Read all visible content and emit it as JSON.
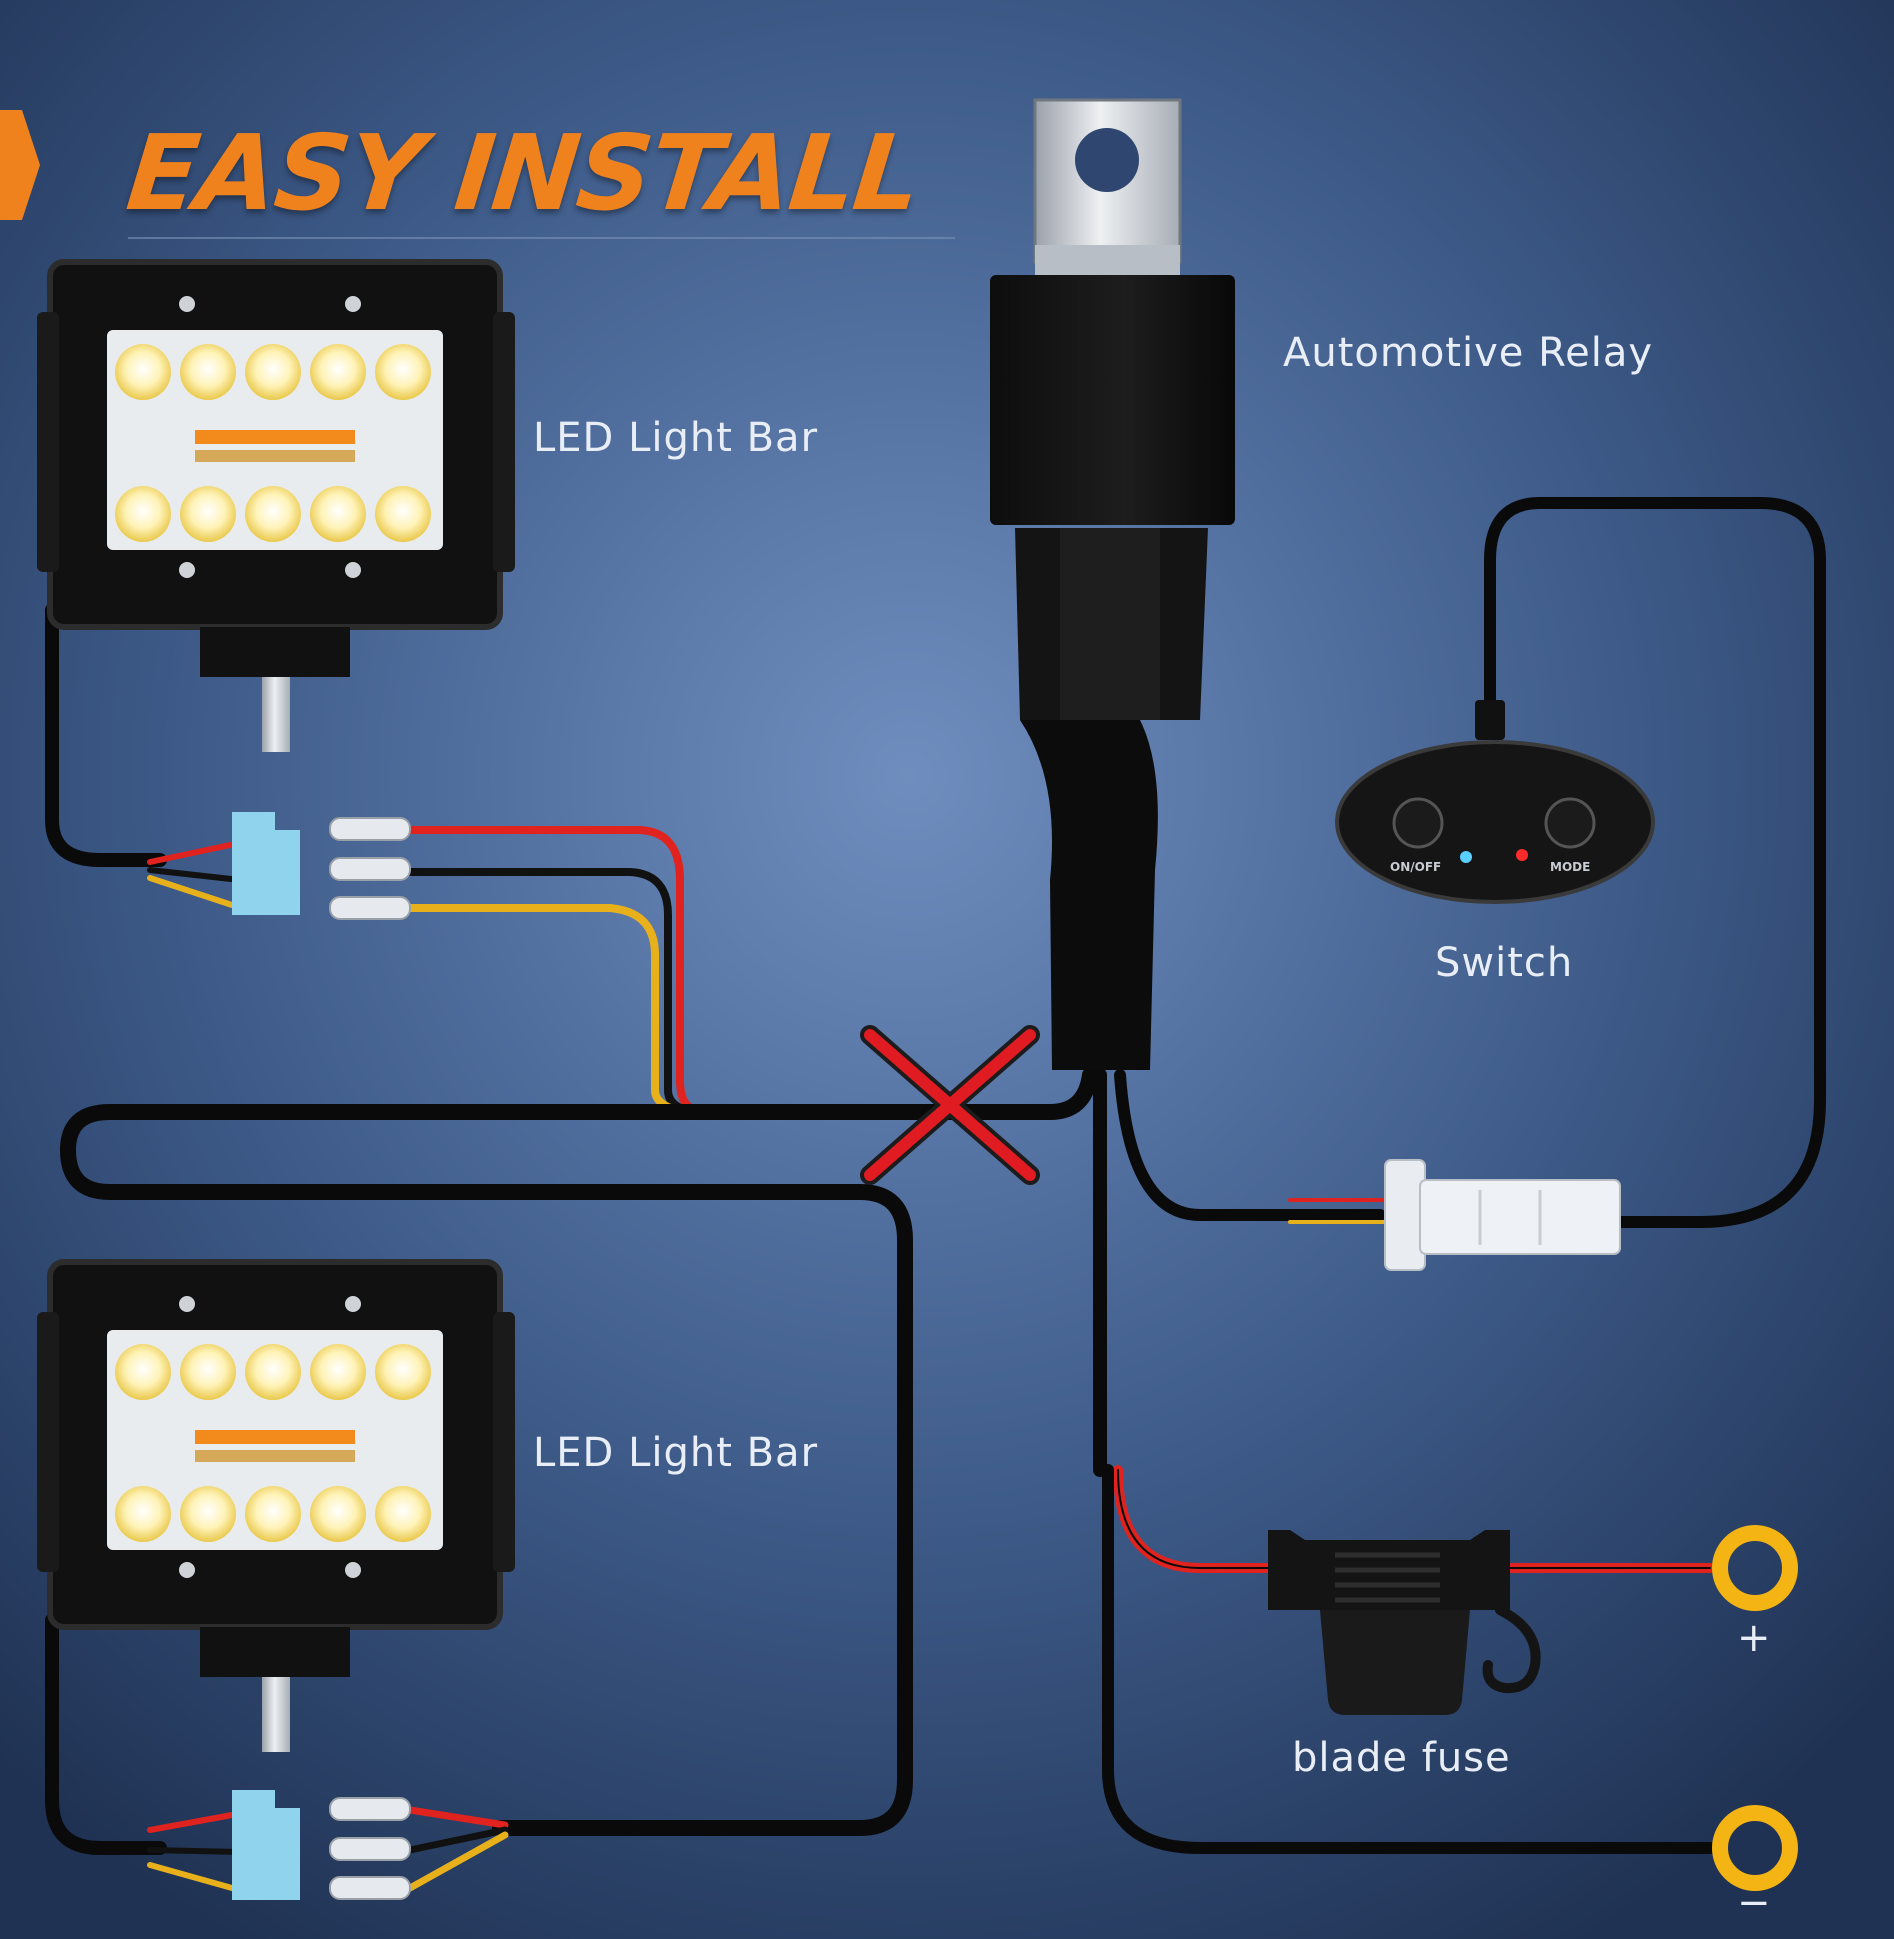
{
  "title": "EASY INSTALL",
  "labels": {
    "light_bar_top": "LED Light Bar",
    "light_bar_bottom": "LED Light Bar",
    "relay": "Automotive Relay",
    "switch": "Switch",
    "fuse": "blade fuse",
    "positive": "+",
    "negative": "−"
  },
  "switch_buttons": {
    "on_off": "ON/OFF",
    "mode": "MODE"
  },
  "colors": {
    "accent": "#f0821e",
    "background": "#2a4166",
    "wire_black": "#0a0a0a",
    "wire_red": "#e0231f",
    "wire_yellow": "#e8b11c",
    "terminal_ring": "#f3b414",
    "connector_blue": "#8fd3ec",
    "cross_mark": "#e11b22"
  }
}
